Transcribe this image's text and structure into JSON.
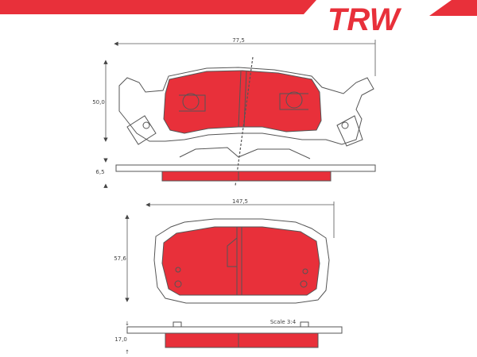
{
  "header": {
    "logo_text": "TRW",
    "brand_color": "#E8303A"
  },
  "pad_color": "#E8303A",
  "line_color": "#555555",
  "dimensions": {
    "upper_width": "77,5",
    "upper_height": "50,0",
    "upper_thickness": "6,5",
    "lower_width": "147,5",
    "lower_height": "57,6",
    "lower_thickness": "17,0",
    "scale_note": "Scale 3:4"
  },
  "icons": [
    "arrow-icon"
  ]
}
